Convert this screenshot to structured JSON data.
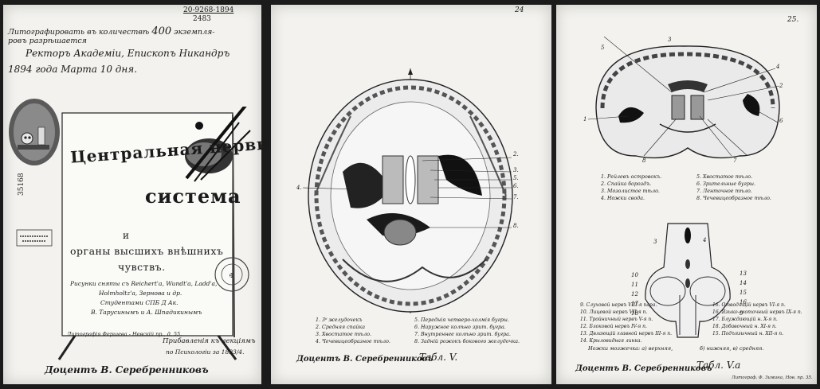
{
  "title_page": {
    "stamp_number_top": "20-9268-1894",
    "stamp_number_bottom": "2483",
    "imprimatur_line1": "Литографировать въ количествѣ",
    "imprimatur_count": "400",
    "imprimatur_line1b": "экземпля-",
    "imprimatur_line2": "ровъ разрѣшается",
    "rector_line": "Ректоръ Академіи, Епископъ Никандръ",
    "date_line": "1894 года Марта 10 дня.",
    "side_number": "35168",
    "title_word1": "Центральная нервная",
    "title_word2": "система",
    "and_word": "и",
    "subtitle1": "органы высшихъ внѣшнихъ",
    "subtitle2": "чувствъ.",
    "credits1": "Рисунки сняты съ Reichert'a, Wundt'a, Ladd'a,",
    "credits2": "Holmholtz'a, Зернова и др.",
    "credits3": "Студентами СПБ Д Ак.",
    "credits4": "В. Тарусинымъ и А. Шпадикинымъ",
    "litho": "Литографія Фершева - Невскій пр., д. 55.",
    "appendix1": "Прибавленія къ лекціямъ",
    "appendix2": "по Психологіи за 1893/4.",
    "signature": "Доцентъ В. Серебренниковъ"
  },
  "plate5": {
    "page_number": "24",
    "callouts": [
      "2.",
      "3.",
      "5.",
      "6.",
      "7.",
      "8.",
      "4."
    ],
    "legend_left": [
      "1. 3ⁱⁱ желудочекъ",
      "2. Средняя спайка",
      "3. Хвостатое тѣло.",
      "4. Чечевицеобразное тѣло."
    ],
    "legend_right": [
      "5. Переднія четверо-холмія бугры.",
      "6. Наружное колѣно зрит. бугра.",
      "7. Внутреннее колѣно зрит. бугра.",
      "8. Задній рожокъ бокового желудочка."
    ],
    "signature": "Доцентъ В. Серебренниковъ",
    "plate_label": "Табл. V."
  },
  "plate5a": {
    "page_number": "25.",
    "top_callouts": [
      "5",
      "3",
      "4",
      "2",
      "6",
      "1",
      "7",
      "8"
    ],
    "legend_top_left": [
      "1. Рейлевъ островокъ.",
      "2. Спайка бороздъ.",
      "3. Мозолистое тѣло.",
      "4. Ножки свода."
    ],
    "legend_top_right": [
      "5. Хвостатое тѣло.",
      "6. Зрительные бугры.",
      "7. Ленточное тѣло.",
      "8. Чечевицеобразное тѣло."
    ],
    "bottom_callouts": [
      "3",
      "4",
      "10",
      "11",
      "12",
      "13",
      "14",
      "15",
      "16",
      "17",
      "18",
      "9"
    ],
    "legend_bottom_left": [
      "9. Слуховой нервъ VIII-я пара.",
      "10. Лицевой нервъ VII-я п.",
      "11. Тройничный нервъ V-я п.",
      "12. Блоковой нервъ IV-я п.",
      "13. Двлающій главной нервъ III-я п.",
      "14. Крыловидная линка."
    ],
    "legend_bottom_right": [
      "16. Отводящій нервъ VI-я п.",
      "16. Языко-глоточный нервъ IX-я п.",
      "17. Блуждающій н. X-я п.",
      "18. Добавочный н. XI-я п.",
      "15. Подъязычный н. XII-я п."
    ],
    "footer_left": "Ножки мозжечка: а) верхняя,",
    "footer_mid": "б) нижняя, в) средняя.",
    "signature": "Доцентъ В. Серебренниковъ",
    "plate_label": "Табл. V.а",
    "litho": "Литограф. Ф. Зимина, Нов. пр. 35."
  }
}
